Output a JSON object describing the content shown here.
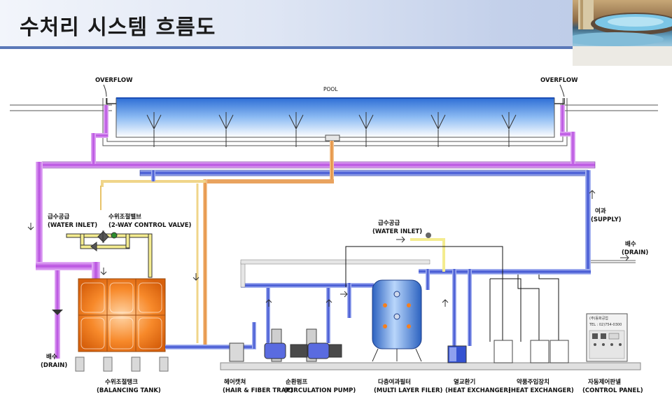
{
  "header": {
    "title": "수처리 시스템 흐름도"
  },
  "diagram": {
    "pool_label": "POOL",
    "overflow_left": "OVERFLOW",
    "overflow_right": "OVERFLOW",
    "water_inlet_left_kr": "급수공급",
    "water_inlet_left_en": "(WATER INLET)",
    "control_valve_kr": "수위조절밸브",
    "control_valve_en": "(2-WAY CONTROL VALVE)",
    "water_inlet_center_kr": "급수공급",
    "water_inlet_center_en": "(WATER INLET)",
    "supply_kr": "여과",
    "supply_en": "(SUPPLY)",
    "drain_right_kr": "배수",
    "drain_right_en": "(DRAIN)",
    "drain_left_kr": "배수",
    "drain_left_en": "(DRAIN)",
    "panel_line1": "(주)동화공업",
    "panel_line2": "TEL : 02)754-0300",
    "equipment": [
      {
        "kr": "수위조절탱크",
        "en": "(BALANCING TANK)"
      },
      {
        "kr": "헤어캣쳐",
        "en": "(HAIR & FIBER TRAP)"
      },
      {
        "kr": "순환펌프",
        "en": "(CIRCULATION PUMP)"
      },
      {
        "kr": "다층여과필터",
        "en": "(MULTI LAYER FILER)"
      },
      {
        "kr": "열교환기",
        "en": "(HEAT EXCHANGER)"
      },
      {
        "kr": "약품주입장치",
        "en": "(HEAT EXCHANGER)"
      },
      {
        "kr": "자동제어판넬",
        "en": "(CONTROL PANEL)"
      }
    ]
  },
  "colors": {
    "pool_water": "#7fb0ec",
    "supply_pipe": "#3a4fd0",
    "return_pipe": "#c05ee6",
    "overflow_pipe": "#e29a4c",
    "tank": "#f57f1e",
    "filter": "#3f7fd6"
  }
}
